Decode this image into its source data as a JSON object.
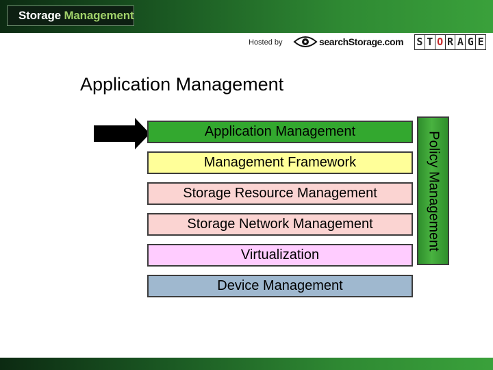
{
  "header": {
    "brand_word_1": "Storage",
    "brand_word_2": "Management",
    "hosted_by": "Hosted by",
    "host_site": "searchStorage.com",
    "magazine_letters": [
      "S",
      "T",
      "O",
      "R",
      "A",
      "G",
      "E"
    ],
    "magazine_red_letter_index": 2
  },
  "slide": {
    "title": "Application Management"
  },
  "layers": [
    {
      "label": "Application Management",
      "fill": "#33a82f",
      "highlighted": true
    },
    {
      "label": "Management Framework",
      "fill": "#ffff99"
    },
    {
      "label": "Storage Resource Management",
      "fill": "#fbd4d2"
    },
    {
      "label": "Storage Network Management",
      "fill": "#fbd4d2"
    },
    {
      "label": "Virtualization",
      "fill": "#ffccff"
    },
    {
      "label": "Device Management",
      "fill": "#9fb8cf"
    }
  ],
  "side_bar": {
    "label": "Policy Management",
    "fill": "#49b240"
  },
  "icons": {
    "pointer": "arrow-right-icon",
    "host_logo": "eye-icon"
  }
}
